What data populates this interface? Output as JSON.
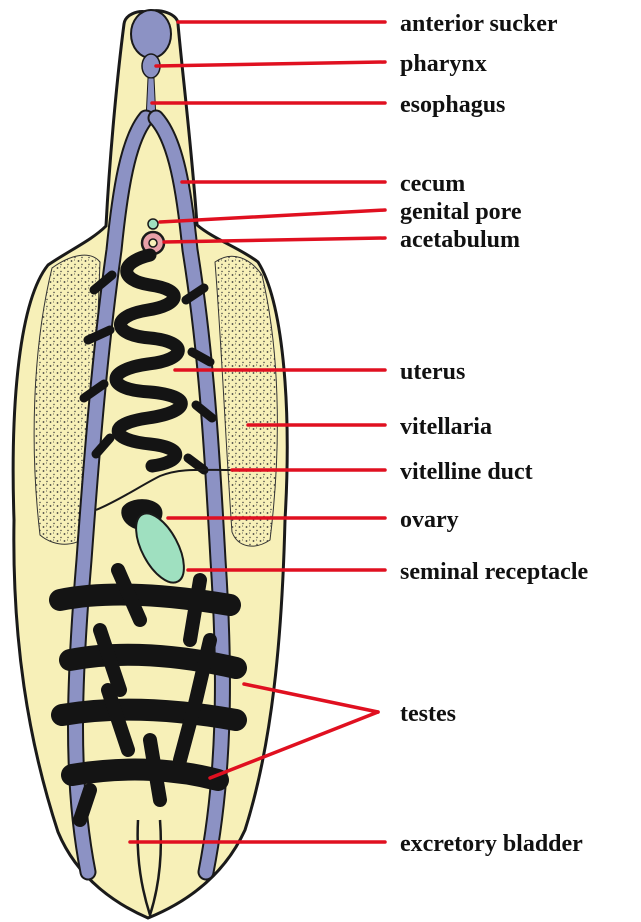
{
  "labels": {
    "anterior_sucker": "anterior sucker",
    "pharynx": "pharynx",
    "esophagus": "esophagus",
    "cecum": "cecum",
    "genital_pore": "genital pore",
    "acetabulum": "acetabulum",
    "uterus": "uterus",
    "vitellaria": "vitellaria",
    "vitelline_duct": "vitelline duct",
    "ovary": "ovary",
    "seminal_receptacle": "seminal receptacle",
    "testes": "testes",
    "excretory_bladder": "excretory bladder"
  },
  "colors": {
    "body": "#f7f0b8",
    "outline": "#1a1a1a",
    "cecum": "#8c92c4",
    "reproductive": "#141414",
    "receptacle": "#9fe0c0",
    "acetabulum": "#e8a0a8",
    "leader": "#e01020",
    "stipple": "#3a3a3a"
  }
}
